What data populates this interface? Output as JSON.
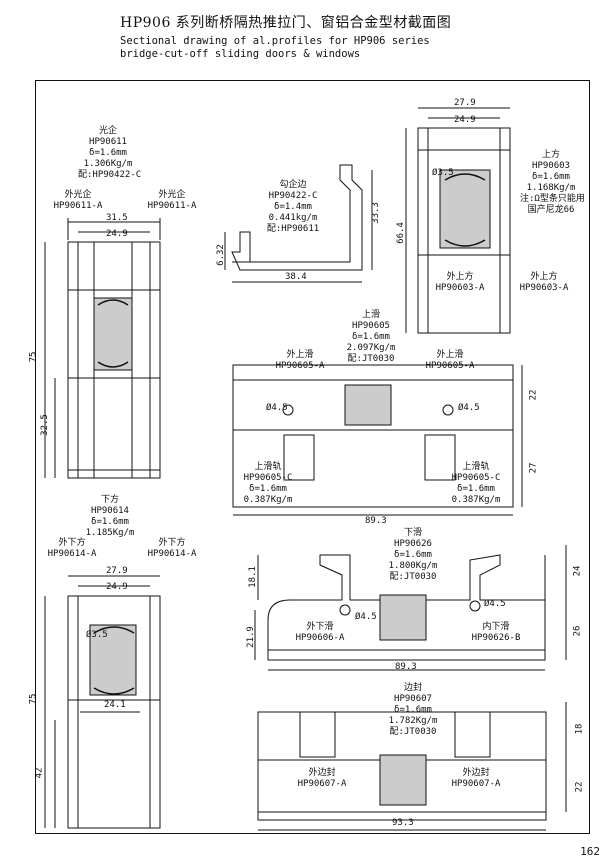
{
  "header": {
    "title": "HP906  系列断桥隔热推拉门、窗铝合金型材截面图",
    "subtitle_line1": "Sectional drawing of al.profiles for HP906 series",
    "subtitle_line2": "bridge-cut-off sliding doors & windows"
  },
  "page_number": "162",
  "profiles": {
    "guangqi": {
      "name": "光企",
      "code": "HP90611",
      "thickness": "δ=1.6mm",
      "weight": "1.306Kg/m",
      "match": "配:HP90422-C"
    },
    "wai_guangqi_left": {
      "name": "外光企",
      "code": "HP90611-A"
    },
    "wai_guangqi_right": {
      "name": "外光企",
      "code": "HP90611-A"
    },
    "gouqibian": {
      "name": "勾企边",
      "code": "HP90422-C",
      "thickness": "δ=1.4mm",
      "weight": "0.441kg/m",
      "match": "配:HP90611"
    },
    "shangfang": {
      "name": "上方",
      "code": "HP90603",
      "thickness": "δ=1.6mm",
      "weight": "1.168Kg/m",
      "note1": "注:Ω型条只能用",
      "note2": "国产尼龙66"
    },
    "wai_shangfang_left": {
      "name": "外上方",
      "code": "HP90603-A"
    },
    "wai_shangfang_right": {
      "name": "外上方",
      "code": "HP90603-A"
    },
    "shanghua": {
      "name": "上滑",
      "code": "HP90605",
      "thickness": "δ=1.6mm",
      "weight": "2.097Kg/m",
      "match": "配:JT0030"
    },
    "wai_shanghua_left": {
      "name": "外上滑",
      "code": "HP90605-A"
    },
    "wai_shanghua_right": {
      "name": "外上滑",
      "code": "HP90605-A"
    },
    "shanghuagui_left": {
      "name": "上滑轨",
      "code": "HP90605-C",
      "thickness": "δ=1.6mm",
      "weight": "0.387Kg/m"
    },
    "shanghuagui_right": {
      "name": "上滑轨",
      "code": "HP90605-C",
      "thickness": "δ=1.6mm",
      "weight": "0.387Kg/m"
    },
    "xiafang": {
      "name": "下方",
      "code": "HP90614",
      "thickness": "δ=1.6mm",
      "weight": "1.185Kg/m"
    },
    "wai_xiafang_left": {
      "name": "外下方",
      "code": "HP90614-A"
    },
    "wai_xiafang_right": {
      "name": "外下方",
      "code": "HP90614-A"
    },
    "xiahua": {
      "name": "下滑",
      "code": "HP90626",
      "thickness": "δ=1.6mm",
      "weight": "1.800Kg/m",
      "match": "配:JT0030"
    },
    "wai_xiahua": {
      "name": "外下滑",
      "code": "HP90606-A"
    },
    "nei_xiahua": {
      "name": "内下滑",
      "code": "HP90626-B"
    },
    "bianfeng": {
      "name": "边封",
      "code": "HP90607",
      "thickness": "δ=1.6mm",
      "weight": "1.782Kg/m",
      "match": "配:JT0030"
    },
    "wai_bianfeng_left": {
      "name": "外边封",
      "code": "HP90607-A"
    },
    "wai_bianfeng_right": {
      "name": "外边封",
      "code": "HP90607-A"
    }
  },
  "dimensions": {
    "guangqi_w1": "31.5",
    "guangqi_w2": "24.9",
    "guangqi_h1": "75",
    "guangqi_h2": "32.5",
    "gouqi_h1": "33.3",
    "gouqi_h2": "6.32",
    "gouqi_w": "38.4",
    "shangfang_w1": "27.9",
    "shangfang_w2": "24.9",
    "shangfang_h": "66.4",
    "shangfang_d": "Ø3.5",
    "shanghua_w": "89.3",
    "shanghua_h1": "22",
    "shanghua_h2": "27",
    "shanghua_d1": "Ø4.5",
    "shanghua_d2": "Ø4.5",
    "xiafang_w1": "27.9",
    "xiafang_w2": "24.9",
    "xiafang_w3": "24.1",
    "xiafang_h1": "75",
    "xiafang_h2": "42",
    "xiafang_d": "Ø3.5",
    "xiahua_h1": "18.1",
    "xiahua_h2": "21.9",
    "xiahua_w": "89.3",
    "xiahua_h3": "24",
    "xiahua_h4": "26",
    "xiahua_d1": "Ø4.5",
    "xiahua_d2": "Ø4.5",
    "bianfeng_w": "93.3",
    "bianfeng_h1": "18",
    "bianfeng_h2": "22"
  }
}
